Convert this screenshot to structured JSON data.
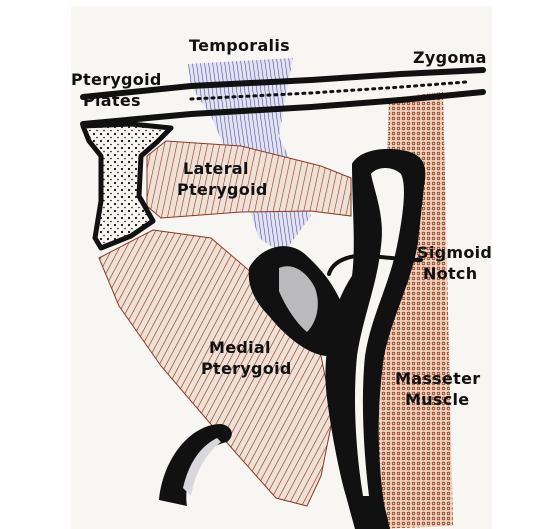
{
  "labels": {
    "temporalis": "Temporalis",
    "zygoma": "Zygoma",
    "pterygoid_plates_1": "Pterygoid",
    "pterygoid_plates_2": "Plates",
    "lateral_pterygoid_1": "Lateral",
    "lateral_pterygoid_2": "Pterygoid",
    "sigmoid_notch_1": "Sigmoid",
    "sigmoid_notch_2": "Notch",
    "medial_pterygoid_1": "Medial",
    "medial_pterygoid_2": "Pterygoid",
    "masseter_1": "Masseter",
    "masseter_2": "Muscle"
  },
  "colors": {
    "paper": "#f7f6f2",
    "ink": "#111111",
    "muscle_brown": "#8a3a24",
    "muscle_fill": "#e9d3c4",
    "temporalis_blue": "#3d3f9e",
    "masseter_fill": "#efcfb6"
  }
}
